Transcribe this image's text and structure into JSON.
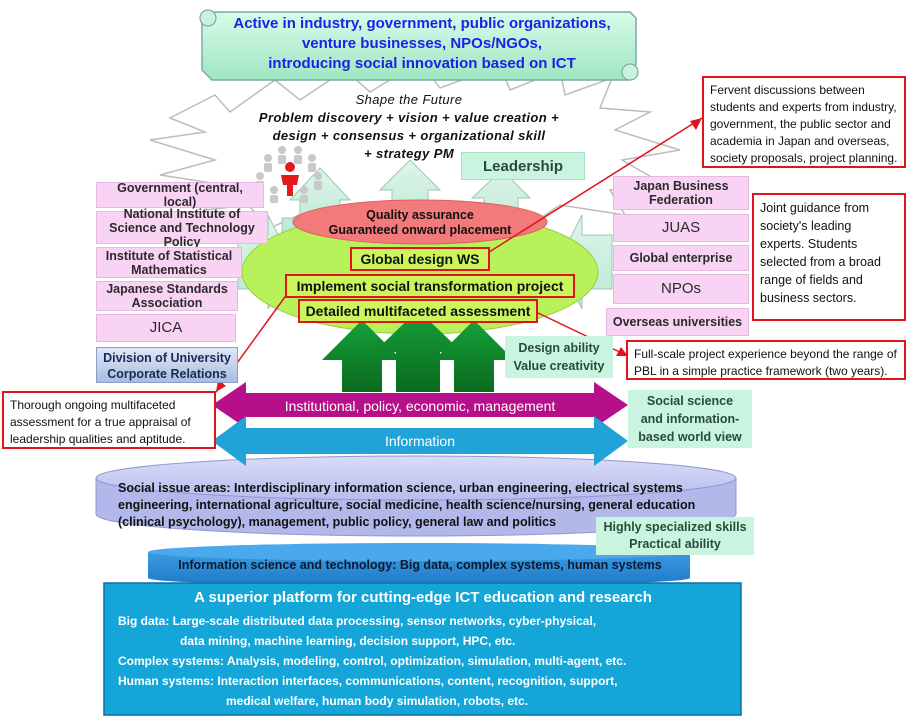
{
  "banner": {
    "lines": [
      "Active in industry, government, public organizations,",
      "venture businesses, NPOs/NGOs,",
      "introducing social innovation based on ICT"
    ]
  },
  "future": {
    "lines": [
      "Shape the Future",
      "Problem discovery + vision + value creation +",
      "design + consensus + organizational skill",
      "+ strategy PM"
    ]
  },
  "leadership_label": "Leadership",
  "quality": [
    "Quality assurance",
    "Guaranteed onward placement"
  ],
  "center_items": {
    "global_ws": "Global design WS",
    "implement": "Implement social transformation project",
    "assessment": "Detailed multifaceted assessment"
  },
  "left_partners": [
    "Government (central, local)",
    "National Institute of Science and Technology Policy",
    "Institute of Statistical Mathematics",
    "Japanese Standards Association",
    "JICA"
  ],
  "division_label": "Division of University Corporate Relations",
  "right_partners": [
    "Japan Business Federation",
    "JUAS",
    "Global enterprise",
    "NPOs",
    "Overseas universities"
  ],
  "notes": {
    "top_right": "Fervent discussions between students and experts from industry, government, the public sector and academia in Japan and overseas, society proposals, project planning.",
    "mid_right": "Joint guidance from society's leading experts. Students selected from a broad range of fields and business sectors.",
    "pbl": "Full-scale project experience beyond the range of PBL in a simple practice framework (two years).",
    "left": "Thorough ongoing multifaceted assessment for a true appraisal of leadership qualities and aptitude."
  },
  "design_ability": [
    "Design ability",
    "Value creativity"
  ],
  "arrows": {
    "institutional": "Institutional, policy, economic, management",
    "information": "Information"
  },
  "social_science": [
    "Social science",
    "and information-",
    "based world view"
  ],
  "social_issues": [
    "Social issue areas: Interdisciplinary information science, urban engineering, electrical systems",
    "engineering, international agriculture, social medicine, health science/nursing, general education",
    "(clinical psychology), management, public policy, general law and politics"
  ],
  "specialized": [
    "Highly specialized skills",
    "Practical ability"
  ],
  "info_science": "Information science and technology: Big data, complex systems, human systems",
  "platform": {
    "title": "A superior platform for cutting-edge ICT education and research",
    "lines": [
      "Big data: Large-scale distributed data processing, sensor networks, cyber-physical,",
      "data mining, machine learning, decision support, HPC, etc.",
      "Complex systems: Analysis, modeling, control, optimization, simulation, multi-agent, etc.",
      "Human systems: Interaction interfaces, communications, content, recognition, support,",
      "medical welfare, human body simulation, robots, etc."
    ]
  },
  "colors": {
    "banner_text": "#1a22e6",
    "banner_fill": "#b6f0d0",
    "pink": "#f9d3f3",
    "magenta_arrow": "#b5108a",
    "blue_arrow": "#20a3d6",
    "green_arrow": "#0d8a2a",
    "ellipse_green": "#b8f25a",
    "ellipse_red": "#f27a7a",
    "platform_fill": "#14a6d8",
    "note_border": "#e0141c"
  }
}
